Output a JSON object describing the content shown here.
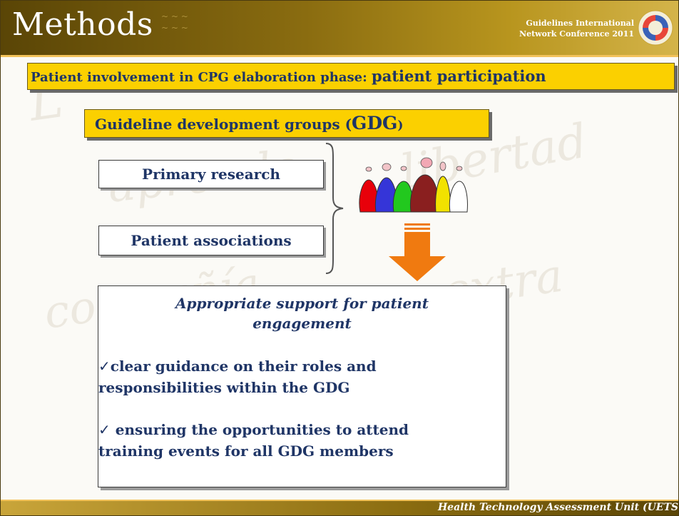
{
  "header": {
    "title": "Methods",
    "conference_line1": "Guidelines International",
    "conference_line2": "Network Conference 2011",
    "logo_icon": "gin-logo-icon"
  },
  "banner": {
    "text_prefix": "Patient involvement in CPG elaboration phase: ",
    "text_emphasis": "patient participation"
  },
  "gdg": {
    "label": "Guideline development groups (",
    "acronym": "GDG",
    "close": ")"
  },
  "sources": [
    "Primary research",
    "Patient associations"
  ],
  "icons": {
    "brace": "curly-brace-icon",
    "people": "people-group-icon",
    "arrow": "down-arrow-icon"
  },
  "support": {
    "title_line1": "Appropriate support for patient",
    "title_line2": "engagement",
    "check_symbol": "✓",
    "bullets": [
      {
        "line1": "clear guidance on their roles and",
        "line2": "responsibilities within the GDG"
      },
      {
        "line1": " ensuring the opportunities to attend",
        "line2": "training events for all GDG members"
      }
    ]
  },
  "footer": {
    "text": "Health Technology Assessment Unit (UETS"
  },
  "colors": {
    "highlight": "#fbd000",
    "text_navy": "#1f3566",
    "header_gold": "#8a6c10",
    "arrow": "#f07a10"
  }
}
